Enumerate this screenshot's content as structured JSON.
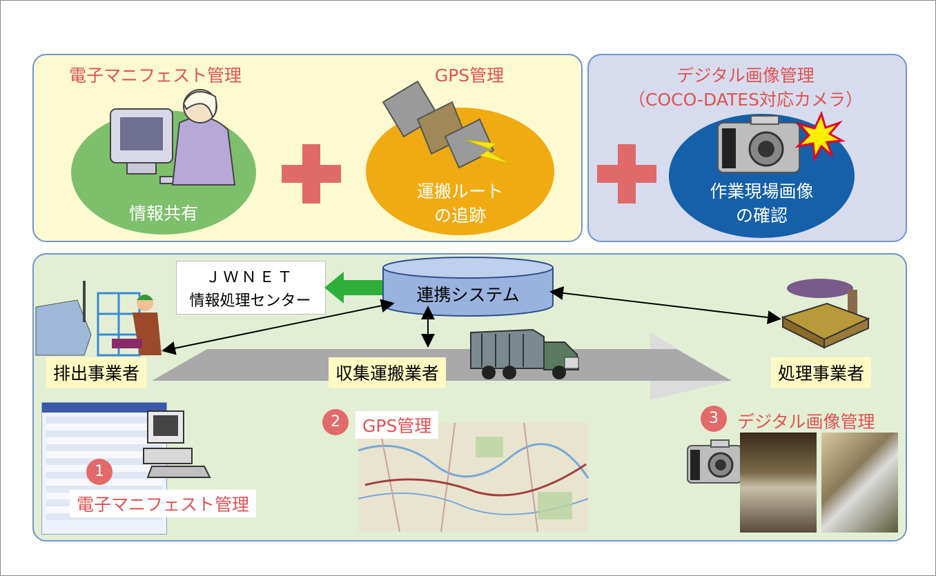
{
  "top": {
    "manifest_title": "電子マニフェスト管理",
    "manifest_caption": "情報共有",
    "gps_title": "GPS管理",
    "gps_caption_line1": "運搬ルート",
    "gps_caption_line2": "の追跡",
    "camera_title_line1": "デジタル画像管理",
    "camera_title_line2": "（COCO-DATES対応カメラ）",
    "camera_caption_line1": "作業現場画像",
    "camera_caption_line2": "の確認"
  },
  "flow": {
    "jwnet_line1": "ＪＷＮＥＴ",
    "jwnet_line2": "情報処理センター",
    "system_label": "連携システム",
    "emitter_label": "排出事業者",
    "collector_label": "収集運搬業者",
    "processor_label": "処理事業者"
  },
  "features": [
    {
      "number": "1",
      "label": "電子マニフェスト管理"
    },
    {
      "number": "2",
      "label": "GPS管理"
    },
    {
      "number": "3",
      "label": "デジタル画像管理"
    }
  ],
  "colors": {
    "panel_yellow": "#fdfad2",
    "panel_blue": "#d6dcee",
    "panel_green": "#e3efd5",
    "accent_red": "#e05252",
    "arrow_green": "#2eaf3a"
  }
}
